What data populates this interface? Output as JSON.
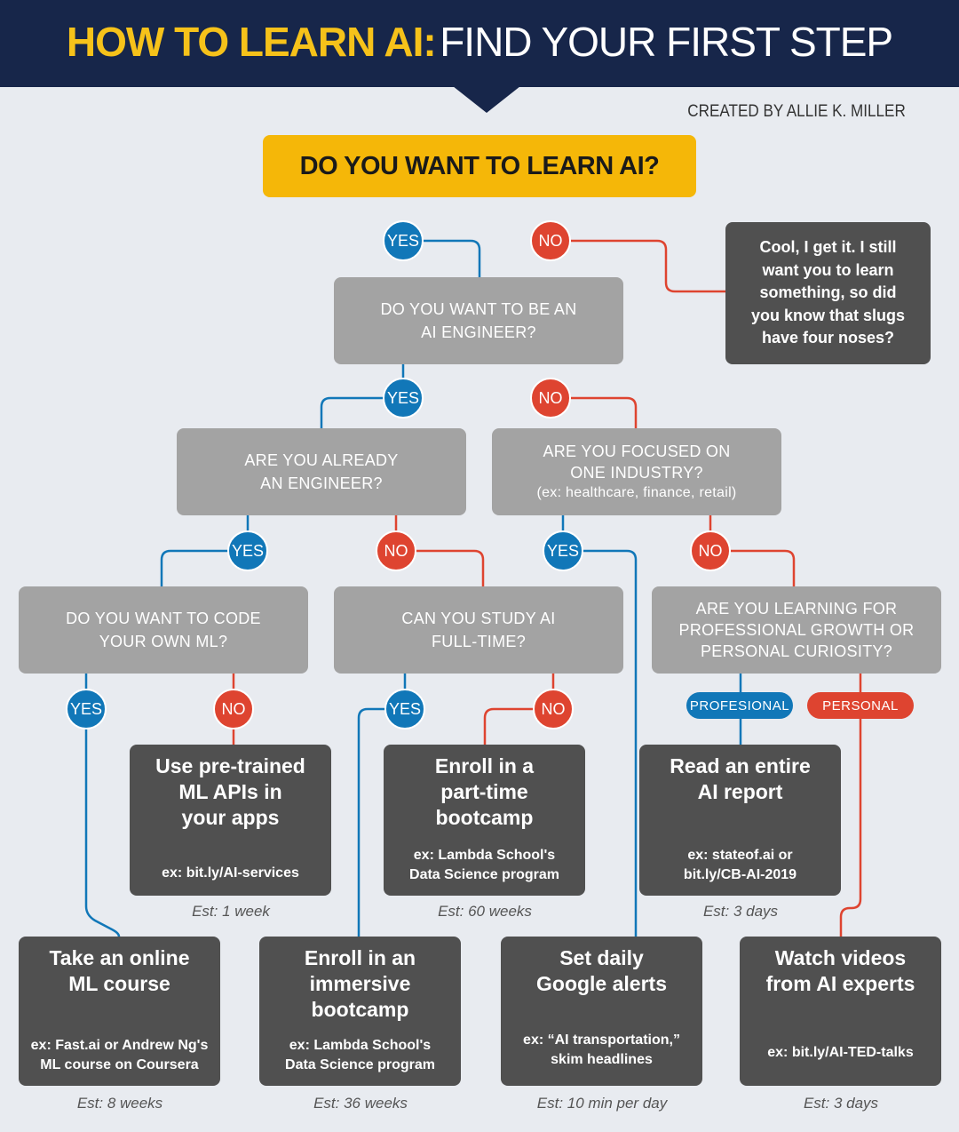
{
  "header": {
    "title_bold": "HOW TO LEARN AI:",
    "title_rest": "FIND YOUR FIRST STEP",
    "credit": "CREATED BY ALLIE K. MILLER"
  },
  "root": {
    "question": "DO YOU WANT TO LEARN AI?"
  },
  "labels": {
    "yes": "YES",
    "no": "NO",
    "professional": "PROFESIONAL",
    "personal": "PERSONAL"
  },
  "note": [
    "Cool, I get it. I still",
    "want you to learn",
    "something, so did",
    "you know that slugs",
    "have four noses?"
  ],
  "questions": {
    "ai_engineer": [
      "DO YOU WANT TO BE AN",
      "AI ENGINEER?"
    ],
    "already_engineer": [
      "ARE YOU ALREADY",
      "AN ENGINEER?"
    ],
    "one_industry": [
      "ARE YOU FOCUSED ON",
      "ONE INDUSTRY?",
      "(ex: healthcare, finance, retail)"
    ],
    "code_own_ml": [
      "DO YOU WANT TO CODE",
      "YOUR OWN ML?"
    ],
    "full_time": [
      "CAN YOU STUDY AI",
      "FULL-TIME?"
    ],
    "growth_curiosity": [
      "ARE YOU LEARNING FOR",
      "PROFESSIONAL GROWTH OR",
      "PERSONAL CURIOSITY?"
    ]
  },
  "results": {
    "pretrained": {
      "title": [
        "Use pre-trained",
        "ML APIs in",
        "your apps"
      ],
      "example": [
        "ex: bit.ly/AI-services"
      ],
      "est": "Est: 1 week"
    },
    "parttime": {
      "title": [
        "Enroll in a",
        "part-time",
        "bootcamp"
      ],
      "example": [
        "ex: Lambda School's",
        "Data Science program"
      ],
      "est": "Est: 60 weeks"
    },
    "report": {
      "title": [
        "Read an entire",
        "AI report"
      ],
      "example": [
        "ex: stateof.ai or",
        "bit.ly/CB-AI-2019"
      ],
      "est": "Est: 3 days"
    },
    "online": {
      "title": [
        "Take an online",
        "ML course"
      ],
      "example": [
        "ex: Fast.ai or Andrew Ng's",
        "ML course on Coursera"
      ],
      "est": "Est: 8 weeks"
    },
    "immersive": {
      "title": [
        "Enroll in an",
        "immersive",
        "bootcamp"
      ],
      "example": [
        "ex: Lambda School's",
        "Data Science program"
      ],
      "est": "Est: 36 weeks"
    },
    "alerts": {
      "title": [
        "Set daily",
        "Google alerts"
      ],
      "example": [
        "ex: “AI transportation,”",
        "skim headlines"
      ],
      "est": "Est: 10 min per day"
    },
    "videos": {
      "title": [
        "Watch videos",
        "from AI experts"
      ],
      "example": [
        "ex: bit.ly/AI-TED-talks"
      ],
      "est": "Est: 3 days"
    }
  },
  "colors": {
    "navy": "#17264a",
    "gold": "#f6c21a",
    "yes_blue": "#1177b8",
    "no_red": "#de4430",
    "question_gray": "#a3a3a3",
    "result_dark": "#505050"
  }
}
